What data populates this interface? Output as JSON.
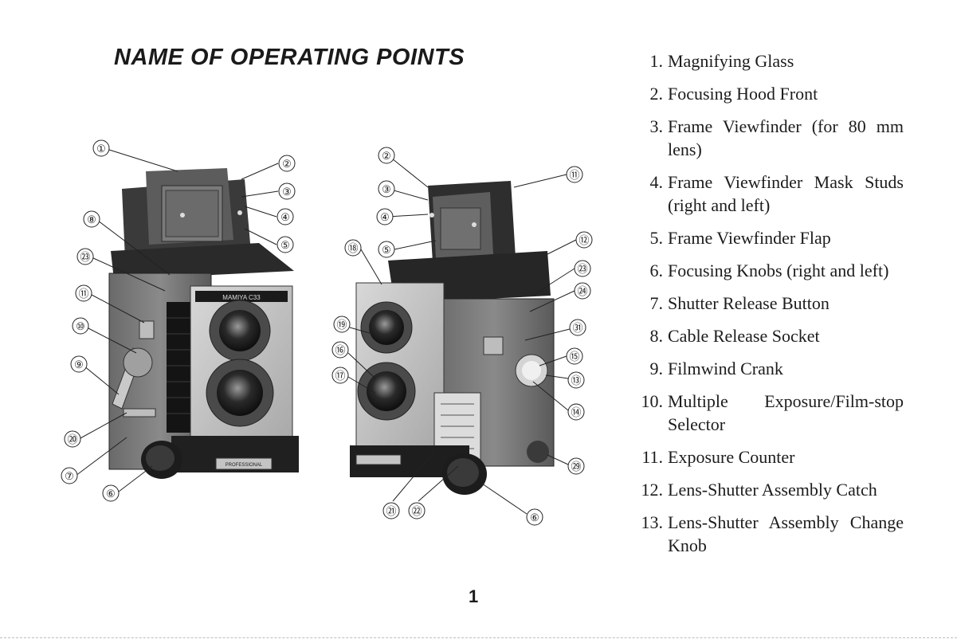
{
  "title": "NAME OF OPERATING POINTS",
  "page_number": "1",
  "photo": {
    "left_camera_callouts": [
      "①",
      "②",
      "③",
      "④",
      "⑤",
      "⑧",
      "㉓",
      "⑪",
      "⑩",
      "⑨",
      "⑳",
      "⑦",
      "⑥"
    ],
    "right_camera_callouts": [
      "②",
      "③",
      "④",
      "⑤",
      "⑱",
      "⑪",
      "⑫",
      "㉓",
      "㉔",
      "⑲",
      "⑯",
      "⑰",
      "㉛",
      "⑮",
      "⑬",
      "⑭",
      "㉙",
      "㉑",
      "㉒",
      "⑥"
    ],
    "lens_nameplate_text": "MAMIYA C33",
    "front_plate_text": "PROFESSIONAL"
  },
  "parts": [
    {
      "num": "1.",
      "text": "Magnifying Glass"
    },
    {
      "num": "2.",
      "text": "Focusing Hood Front"
    },
    {
      "num": "3.",
      "text": "Frame Viewfinder (for 80 mm lens)"
    },
    {
      "num": "4.",
      "text": "Frame Viewfinder Mask Studs (right and left)"
    },
    {
      "num": "5.",
      "text": "Frame Viewfinder Flap"
    },
    {
      "num": "6.",
      "text": "Focusing Knobs (right and left)"
    },
    {
      "num": "7.",
      "text": "Shutter Release Button"
    },
    {
      "num": "8.",
      "text": "Cable Release Socket"
    },
    {
      "num": "9.",
      "text": "Filmwind Crank"
    },
    {
      "num": "10.",
      "text": "Multiple Exposure/Film-stop Selector"
    },
    {
      "num": "11.",
      "text": "Exposure Counter"
    },
    {
      "num": "12.",
      "text": "Lens-Shutter Assembly Catch"
    },
    {
      "num": "13.",
      "text": "Lens-Shutter Assembly Change Knob"
    }
  ]
}
